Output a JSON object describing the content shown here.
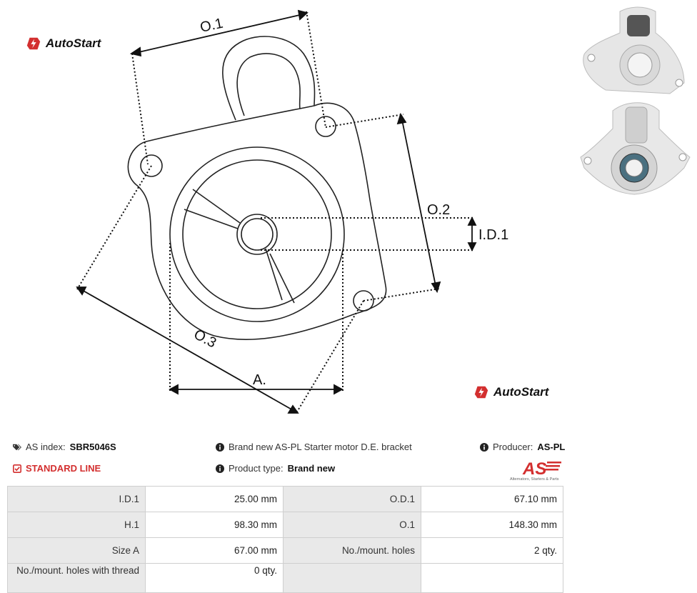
{
  "diagram": {
    "labels": {
      "o1": "O.1",
      "o2": "O.2",
      "o3": "O.3",
      "id1": "I.D.1",
      "a": "A."
    }
  },
  "brand": {
    "name": "AutoStart",
    "accent": "#d32f2f"
  },
  "info": {
    "as_index_label": "AS index:",
    "as_index_value": "SBR5046S",
    "line": "STANDARD LINE",
    "description": "Brand new AS-PL Starter motor D.E. bracket",
    "product_type_label": "Product type:",
    "product_type_value": "Brand new",
    "producer_label": "Producer:",
    "producer_value": "AS-PL",
    "as_logo_text": "AS",
    "as_logo_tagline": "Alternators, Starters & Parts"
  },
  "specs": [
    {
      "label1": "I.D.1",
      "value1": "25.00 mm",
      "label2": "O.D.1",
      "value2": "67.10 mm"
    },
    {
      "label1": "H.1",
      "value1": "98.30  mm",
      "label2": "O.1",
      "value2": "148.30 mm"
    },
    {
      "label1": "Size A",
      "value1": "67.00 mm",
      "label2": "No./mount. holes",
      "value2": "2 qty."
    },
    {
      "label1": "No./mount. holes with thread",
      "value1": "0 qty.",
      "label2": "",
      "value2": ""
    }
  ]
}
